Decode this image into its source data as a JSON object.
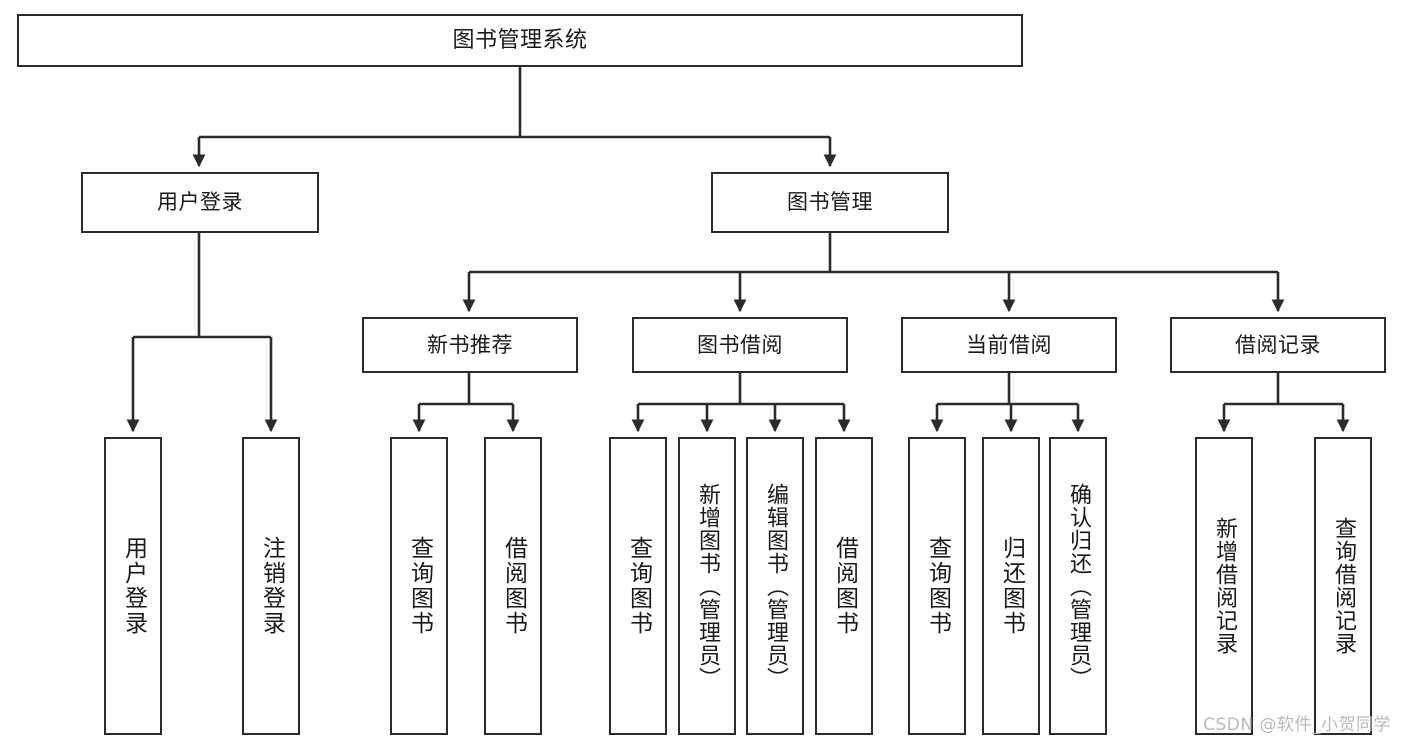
{
  "diagram": {
    "title": "图书管理系统",
    "watermark": "CSDN @软件_小贺同学",
    "accent_color": "#2b2b2b",
    "background_color": "#ffffff",
    "watermark_color": "#b9b9b9"
  },
  "nodes": {
    "root": {
      "label": "图书管理系统"
    },
    "level2": [
      {
        "label": "用户登录"
      },
      {
        "label": "图书管理"
      }
    ],
    "level3": [
      {
        "label": "新书推荐"
      },
      {
        "label": "图书借阅"
      },
      {
        "label": "当前借阅"
      },
      {
        "label": "借阅记录"
      }
    ],
    "leaves_user_login": [
      {
        "label": "用户登录"
      },
      {
        "label": "注销登录"
      }
    ],
    "leaves_new_book": [
      {
        "label": "查询图书"
      },
      {
        "label": "借阅图书"
      }
    ],
    "leaves_borrow": [
      {
        "label": "查询图书"
      },
      {
        "label": "新增图书（管理员）"
      },
      {
        "label": "编辑图书（管理员）"
      },
      {
        "label": "借阅图书"
      }
    ],
    "leaves_current": [
      {
        "label": "查询图书"
      },
      {
        "label": "归还图书"
      },
      {
        "label": "确认归还（管理员）"
      }
    ],
    "leaves_record": [
      {
        "label": "新增借阅记录"
      },
      {
        "label": "查询借阅记录"
      }
    ]
  }
}
